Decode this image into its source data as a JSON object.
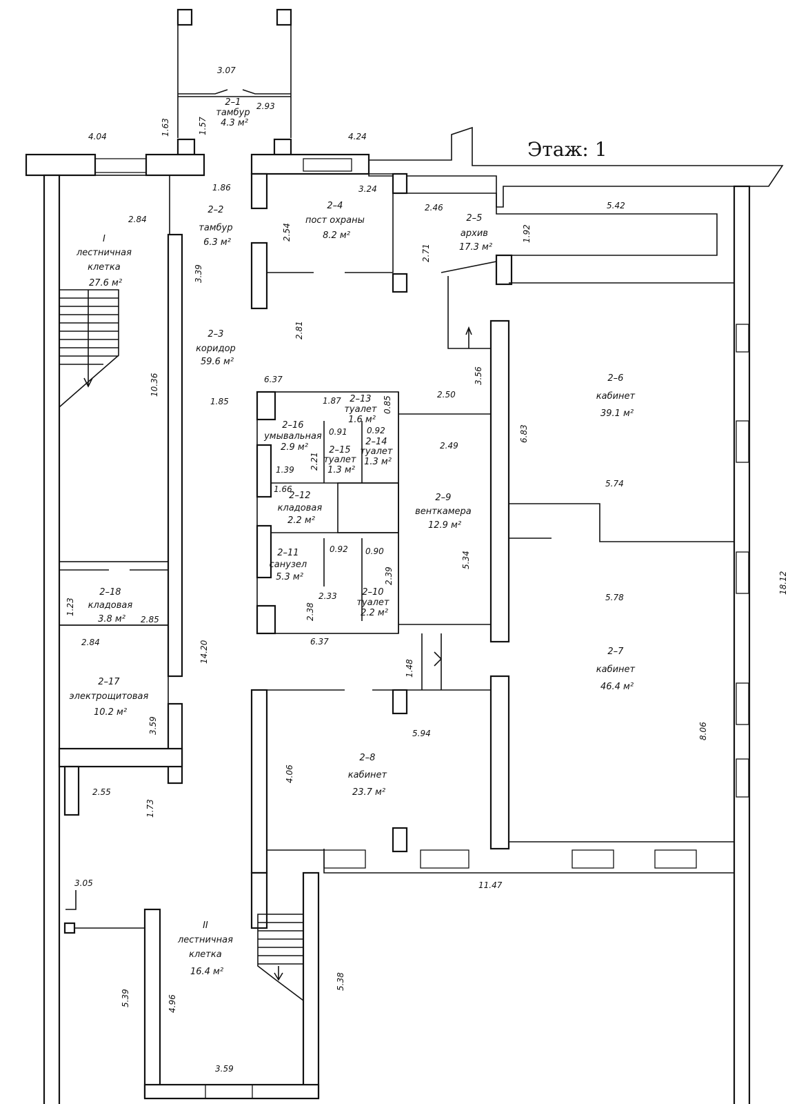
{
  "floor_title": "Этаж:  1",
  "rooms": [
    {
      "id": "2-1",
      "lines": [
        "2–1",
        "тамбур",
        "4.3 м²"
      ]
    },
    {
      "id": "2-2",
      "lines": [
        "2–2",
        "тамбур",
        "6.3 м²"
      ]
    },
    {
      "id": "2-3",
      "lines": [
        "2–3",
        "коридор",
        "59.6 м²"
      ]
    },
    {
      "id": "2-4",
      "lines": [
        "2–4",
        "пост охраны",
        "8.2 м²"
      ]
    },
    {
      "id": "2-5",
      "lines": [
        "2–5",
        "архив",
        "17.3 м²"
      ]
    },
    {
      "id": "2-6",
      "lines": [
        "2–6",
        "кабинет",
        "39.1 м²"
      ]
    },
    {
      "id": "2-7",
      "lines": [
        "2–7",
        "кабинет",
        "46.4 м²"
      ]
    },
    {
      "id": "2-8",
      "lines": [
        "2–8",
        "кабинет",
        "23.7 м²"
      ]
    },
    {
      "id": "2-9",
      "lines": [
        "2–9",
        "венткамера",
        "12.9 м²"
      ]
    },
    {
      "id": "2-10",
      "lines": [
        "2–10",
        "туалет",
        "2.2 м²"
      ]
    },
    {
      "id": "2-11",
      "lines": [
        "2–11",
        "санузел",
        "5.3 м²"
      ]
    },
    {
      "id": "2-12",
      "lines": [
        "2–12",
        "кладовая",
        "2.2 м²"
      ]
    },
    {
      "id": "2-13",
      "lines": [
        "2–13",
        "туалет",
        "1.6 м²"
      ]
    },
    {
      "id": "2-14",
      "lines": [
        "2–14",
        "туалет",
        "1.3 м²"
      ]
    },
    {
      "id": "2-15",
      "lines": [
        "2–15",
        "туалет",
        "1.3 м²"
      ]
    },
    {
      "id": "2-16",
      "lines": [
        "2–16",
        "умывальная",
        "2.9 м²"
      ]
    },
    {
      "id": "2-17",
      "lines": [
        "2–17",
        "электрощитовая",
        "10.2 м²"
      ]
    },
    {
      "id": "2-18",
      "lines": [
        "2–18",
        "кладовая",
        "3.8 м²"
      ]
    },
    {
      "id": "stair-1",
      "lines": [
        "I",
        "лестничная",
        "клетка",
        "27.6 м²"
      ]
    },
    {
      "id": "stair-2",
      "lines": [
        "II",
        "лестничная",
        "клетка",
        "16.4 м²"
      ]
    }
  ],
  "dimensions": [
    "3.07",
    "2.93",
    "1.57",
    "1.63",
    "4.04",
    "4.24",
    "1.86",
    "3.24",
    "2.84",
    "2.54",
    "2.46",
    "1.92",
    "5.42",
    "2.71",
    "3.39",
    "2.81",
    "10.36",
    "3.56",
    "6.37",
    "1.87",
    "0.85",
    "2.50",
    "1.85",
    "0.91",
    "0.92",
    "6.83",
    "2.21",
    "2.49",
    "1.39",
    "5.74",
    "1.66",
    "0.92",
    "0.90",
    "5.34",
    "1.23",
    "2.33",
    "2.39",
    "2.85",
    "2.38",
    "5.78",
    "18.12",
    "2.84",
    "6.37",
    "14.20",
    "1.48",
    "3.59",
    "5.94",
    "4.06",
    "8.06",
    "2.55",
    "1.73",
    "11.47",
    "3.05",
    "5.39",
    "4.96",
    "5.38",
    "3.59"
  ]
}
